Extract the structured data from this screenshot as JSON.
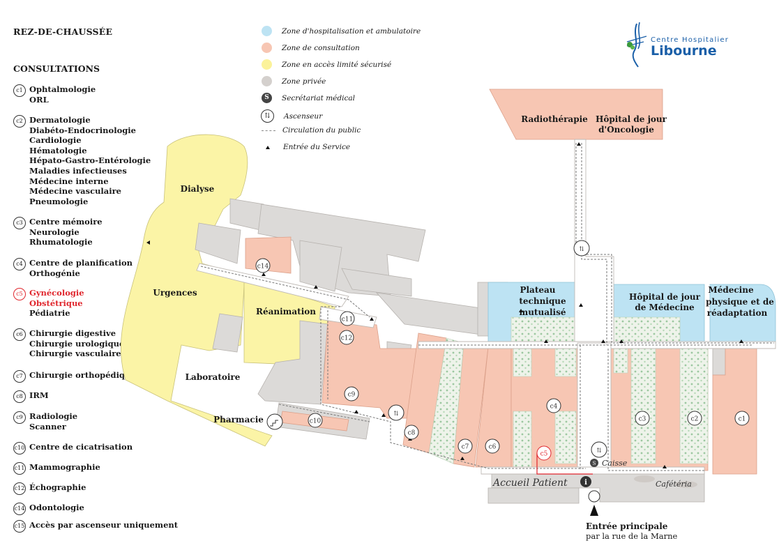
{
  "floor_title": "REZ-DE-CHAUSSÉE",
  "consultations": {
    "title": "CONSULTATIONS",
    "items": [
      {
        "code": "c1",
        "lines": [
          "Ophtalmologie",
          "ORL"
        ]
      },
      {
        "code": "c2",
        "lines": [
          "Dermatologie",
          "Diabéto-Endocrinologie",
          "Cardiologie",
          "Hématologie",
          "Hépato-Gastro-Entérologie",
          "Maladies infectieuses",
          "Médecine interne",
          "Médecine vasculaire",
          "Pneumologie"
        ]
      },
      {
        "code": "c3",
        "lines": [
          "Centre mémoire",
          "Neurologie",
          "Rhumatologie"
        ]
      },
      {
        "code": "c4",
        "lines": [
          "Centre de planification",
          "Orthogénie"
        ]
      },
      {
        "code": "c5",
        "lines": [
          "Gynécologie",
          "Obstétrique",
          "Pédiatrie"
        ]
      },
      {
        "code": "c6",
        "lines": [
          "Chirurgie digestive",
          "Chirurgie urologique",
          "Chirurgie vasculaire"
        ]
      },
      {
        "code": "c7",
        "lines": [
          "Chirurgie orthopédique"
        ]
      },
      {
        "code": "c8",
        "lines": [
          "IRM"
        ]
      },
      {
        "code": "c9",
        "lines": [
          "Radiologie",
          "Scanner"
        ]
      },
      {
        "code": "c10",
        "lines": [
          "Centre de cicatrisation"
        ]
      },
      {
        "code": "c11",
        "lines": [
          "Mammographie"
        ]
      },
      {
        "code": "c12",
        "lines": [
          "Échographie"
        ]
      },
      {
        "code": "c14",
        "lines": [
          "Odontologie"
        ]
      },
      {
        "code": "c15",
        "lines": [
          "Accès par ascenseur uniquement"
        ]
      }
    ]
  },
  "legend": [
    {
      "label": "Zone d'hospitalisation et ambulatoire",
      "color": "#bde3f3",
      "icon": "blue-dot"
    },
    {
      "label": "Zone de consultation",
      "color": "#f7c6b3",
      "icon": "salmon-dot"
    },
    {
      "label": "Zone en accès limité sécurisé",
      "color": "#fbf29a",
      "icon": "yellow-dot"
    },
    {
      "label": "Zone privée",
      "color": "#d4d0cd",
      "icon": "grey-dot"
    },
    {
      "label": "Secrétariat médical",
      "color": "#444444",
      "icon": "secretariat-s-icon"
    },
    {
      "label": "Ascenseur",
      "color": "#ffffff",
      "icon": "elevator-icon"
    },
    {
      "label": "Circulation du public",
      "color": "#888888",
      "icon": "dashed-line"
    },
    {
      "label": "Entrée du Service",
      "color": "#111111",
      "icon": "triangle"
    }
  ],
  "logo": {
    "line1": "Centre Hospitalier",
    "line2": "Libourne"
  },
  "map": {
    "labels": {
      "dialyse": "Dialyse",
      "urgences": "Urgences",
      "reanimation": "Réanimation",
      "laboratoire": "Laboratoire",
      "pharmacie": "Pharmacie",
      "radiotherapie": "Radiothérapie",
      "hdj_onco_1": "Hôpital de jour",
      "hdj_onco_2": "d'Oncologie",
      "plateau_1": "Plateau",
      "plateau_2": "technique",
      "plateau_3": "mutualisé",
      "hdj_med_1": "Hôpital de jour",
      "hdj_med_2": "de Médecine",
      "mpr_1": "Médecine",
      "mpr_2": "physique et de",
      "mpr_3": "réadaptation",
      "caisse": "Caisse",
      "cafeteria": "Cafétéria",
      "accueil": "Accueil Patient",
      "info_icon": "i",
      "s_icon": "S"
    },
    "markers": {
      "c1": "c1",
      "c2": "c2",
      "c3": "c3",
      "c4": "c4",
      "c5": "c5",
      "c6": "c6",
      "c7": "c7",
      "c8": "c8",
      "c9": "c9",
      "c10": "c10",
      "c11": "c11",
      "c12": "c12",
      "c14": "c14"
    }
  },
  "entrance": {
    "line1": "Entrée principale",
    "line2": "par la rue de la Marne"
  }
}
